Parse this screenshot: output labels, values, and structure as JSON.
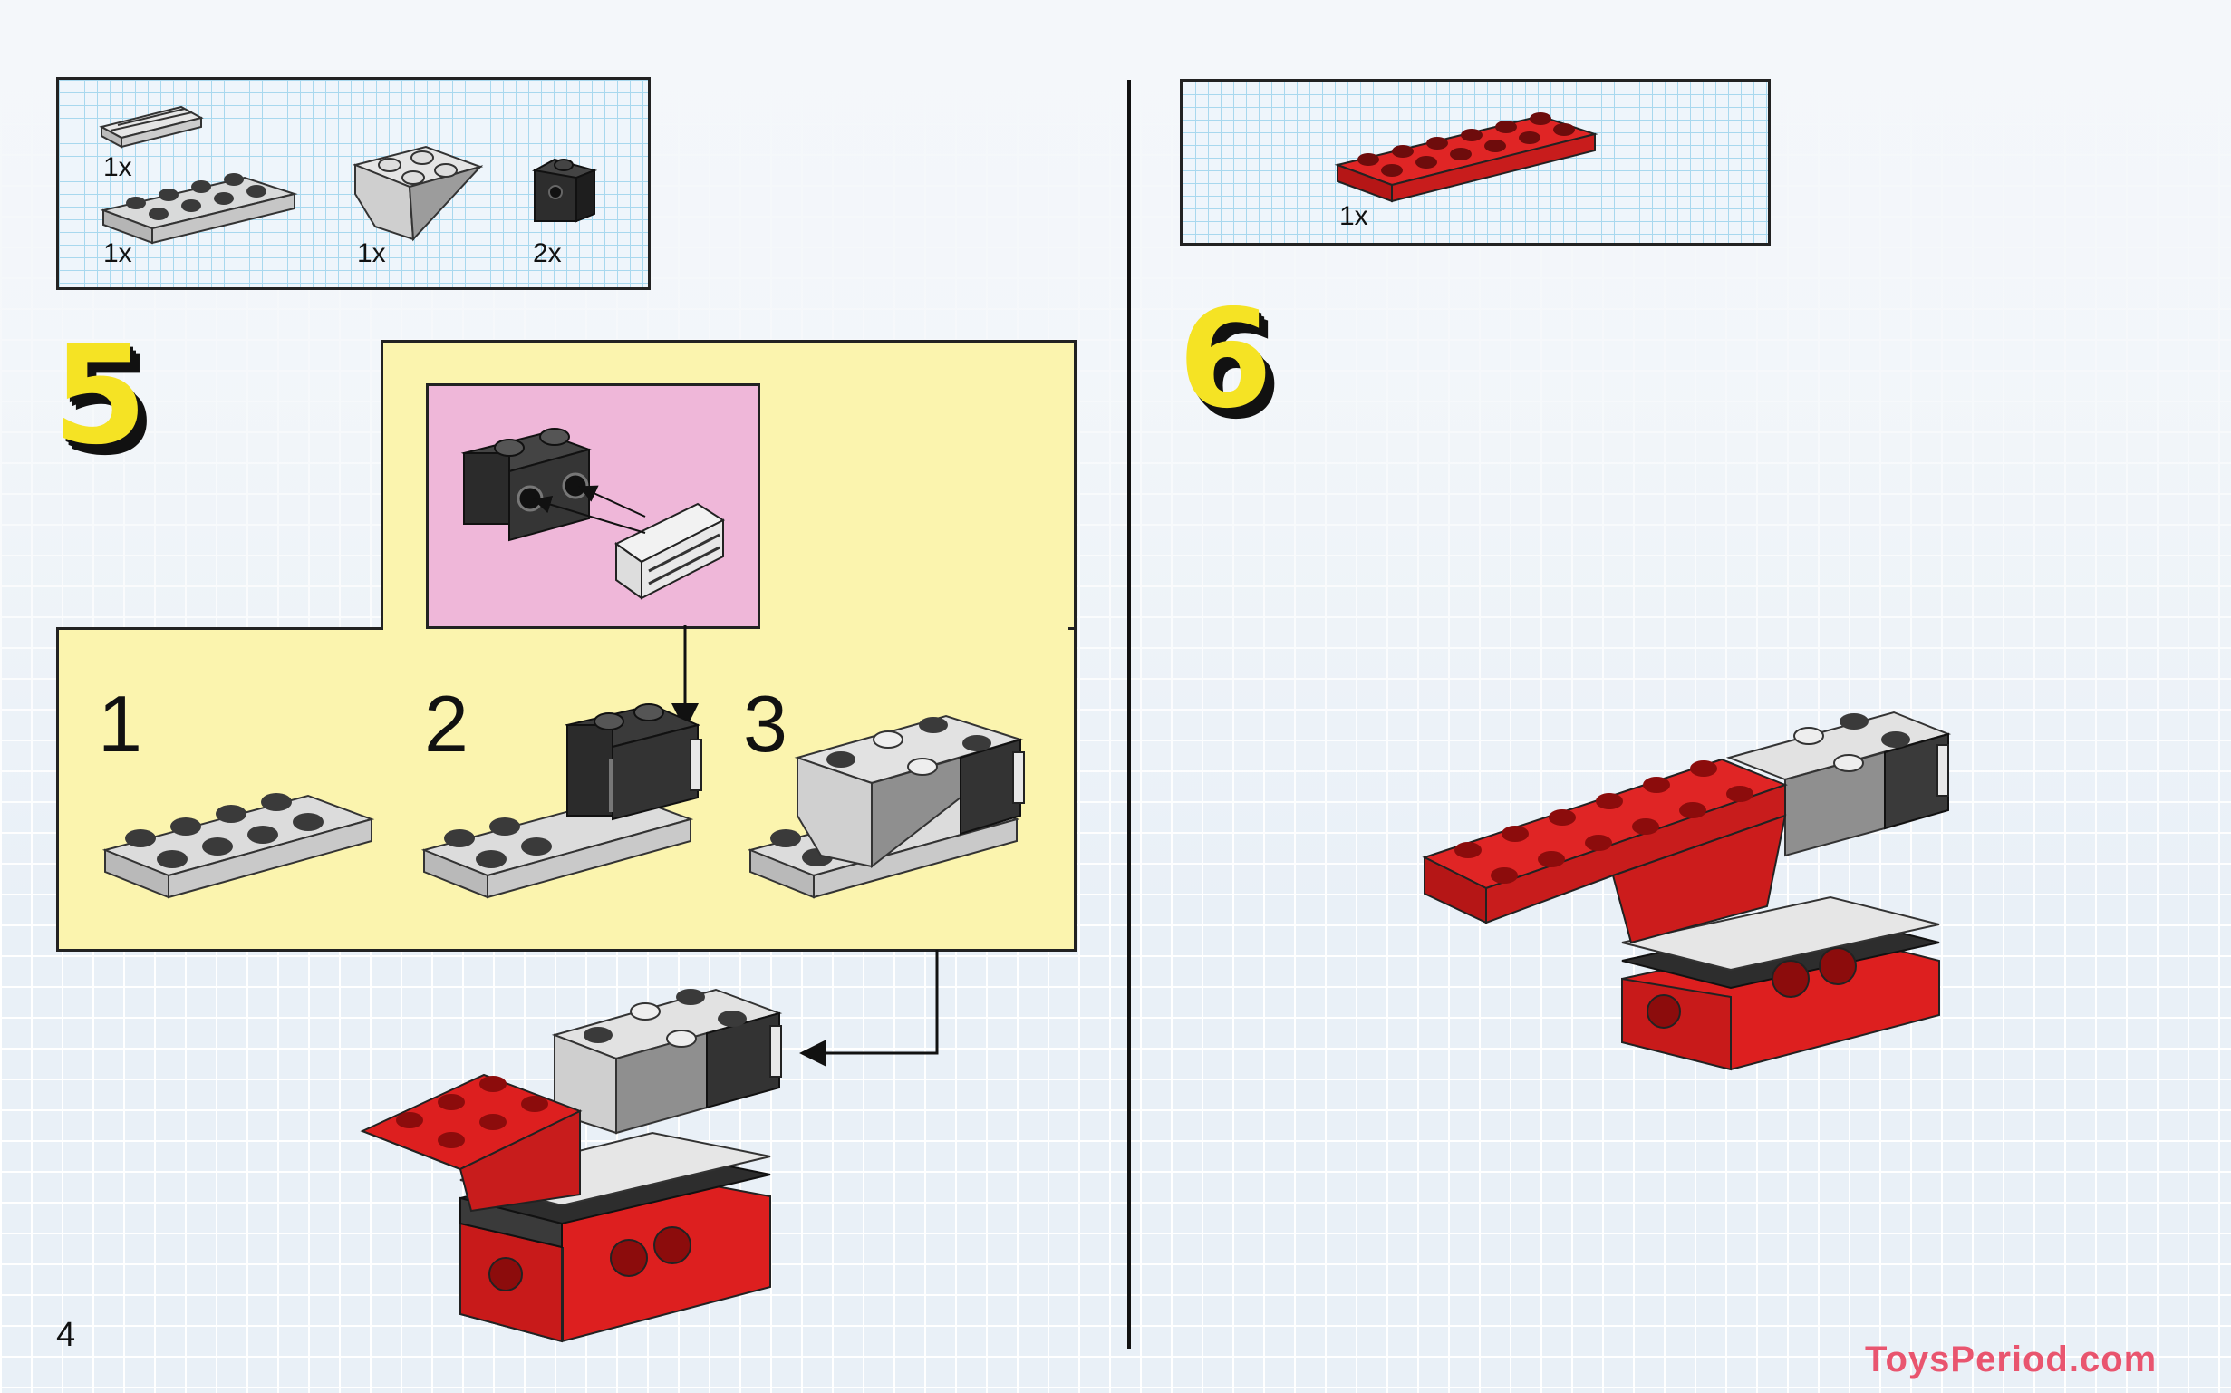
{
  "page": {
    "number": "4",
    "watermark": "ToysPeriod.com"
  },
  "step5": {
    "number": "5",
    "parts": [
      {
        "qty": "1x",
        "part": "grille tile 1x2"
      },
      {
        "qty": "1x",
        "part": "gray plate 2x4"
      },
      {
        "qty": "1x",
        "part": "gray inverted slope 2x2"
      },
      {
        "qty": "2x",
        "part": "black bracket 1x1"
      }
    ],
    "substeps": [
      "1",
      "2",
      "3"
    ]
  },
  "step6": {
    "number": "6",
    "parts": [
      {
        "qty": "1x",
        "part": "red plate 2x6"
      }
    ]
  },
  "colors": {
    "brick_red": "#dd1f1f",
    "brick_gray": "#cfd1d1",
    "brick_black": "#2d2d2d",
    "highlight_yellow": "#f5e324"
  }
}
